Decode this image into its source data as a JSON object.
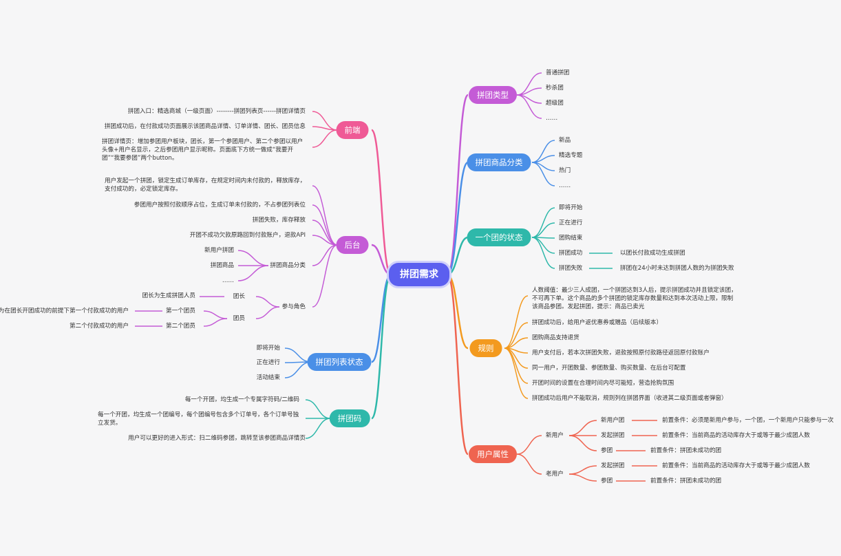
{
  "colors": {
    "root": "#5b5fef",
    "type": "#c45bd6",
    "category": "#4a8fe7",
    "state": "#2eb8aa",
    "rules": "#f39a1f",
    "user": "#ef6450",
    "frontend": "#ef5a96",
    "backend": "#c45bd6",
    "listState": "#4a8fe7",
    "code": "#2eb8aa"
  },
  "root": "拼团需求",
  "type": {
    "label": "拼团类型",
    "items": [
      "普通拼团",
      "秒杀团",
      "超级团",
      "……"
    ]
  },
  "category": {
    "label": "拼团商品分类",
    "items": [
      "新品",
      "精选专题",
      "热门",
      "……"
    ]
  },
  "state": {
    "label": "一个团的状态",
    "items": [
      "即将开始",
      "正在进行",
      "团购结束",
      "拼团成功",
      "拼团失败"
    ],
    "success_note": "以团长付款成功生成拼团",
    "fail_note": "拼团在24小时未达到拼团人数的为拼团失败"
  },
  "rules": {
    "label": "规则",
    "items": [
      "人数阈值：最少三人成团，一个拼团达到3人后，提示拼团成功并且锁定该团，不可再下单。这个商品的多个拼团的锁定库存数量和达到本次活动上限，限制该商品参团。发起拼团，提示：商品已卖光",
      "拼团成功后，给用户返优惠券或赠品（后续版本）",
      "团购商品支持退货",
      "用户支付后，若本次拼团失败，退款按照原付款路径返回原付款账户",
      "同一用户，开团数量、参团数量、购买数量、在后台可配置",
      "开团时间的设置在合理时间内尽可能短，营造抢购氛围",
      "拼团成功后用户不能取消，规则列在拼团界面（收进其二级页面或者弹窗）"
    ]
  },
  "user": {
    "label": "用户属性",
    "new_user": {
      "label": "新用户",
      "items": [
        {
          "label": "新用户团",
          "note": "前置条件：必须是新用户参与，一个团，一个新用户只能参与一次"
        },
        {
          "label": "发起拼团",
          "note": "前置条件：当前商品的活动库存大于或等于最少成团人数"
        },
        {
          "label": "参团",
          "note": "前置条件：拼团未成功的团"
        }
      ]
    },
    "old_user": {
      "label": "老用户",
      "items": [
        {
          "label": "发起拼团",
          "note": "前置条件：当前商品的活动库存大于或等于最少成团人数"
        },
        {
          "label": "参团",
          "note": "前置条件：拼团未成功的团"
        }
      ]
    }
  },
  "frontend": {
    "label": "前端",
    "items": [
      "拼团入口：精选商城（一级页面）--------拼团列表页------拼团详情页",
      "拼团成功后，在付款成功页面展示该团商品详情、订单详情、团长、团员信息",
      "拼团详情页：增加参团用户板块，团长，第一个参团用户、第二个参团以用户头像+用户名显示，之后参团用户显示昵称。页面底下方统一做成“我要开团”“我要参团”两个button。"
    ]
  },
  "backend": {
    "label": "后台",
    "items": [
      "用户发起一个拼团，锁定生成订单库存，在规定时间内未付款的，释放库存，支付成功的，必定锁定库存。",
      "参团用户按照付款顺序占位，生成订单未付款的，不占参团列表位",
      "拼团失败，库存释放",
      "开团不成功欠款原路回到付款账户，退款API"
    ],
    "category": {
      "label": "拼团商品分类",
      "items": [
        "新用户拼团",
        "拼团商品",
        "……"
      ]
    },
    "roles": {
      "label": "参与角色",
      "leader": {
        "label": "团长",
        "note": "团长为生成拼团人员"
      },
      "member": {
        "label": "团员",
        "first": {
          "label": "第一个团员",
          "note": "团员为在团长开团成功的前提下第一个付款成功的用户"
        },
        "second": {
          "label": "第二个团员",
          "note": "第二个付款成功的用户"
        }
      }
    }
  },
  "listState": {
    "label": "拼团列表状态",
    "items": [
      "即将开始",
      "正在进行",
      "活动结束"
    ]
  },
  "code": {
    "label": "拼团码",
    "items": [
      "每一个开团，均生成一个专属字符码/二维码",
      "每一个开团，均生成一个团编号，每个团编号包含多个订单号，各个订单号独立发货。",
      "用户可以更好的进入形式：扫二维码参团，跳转至该参团商品详情页"
    ]
  }
}
